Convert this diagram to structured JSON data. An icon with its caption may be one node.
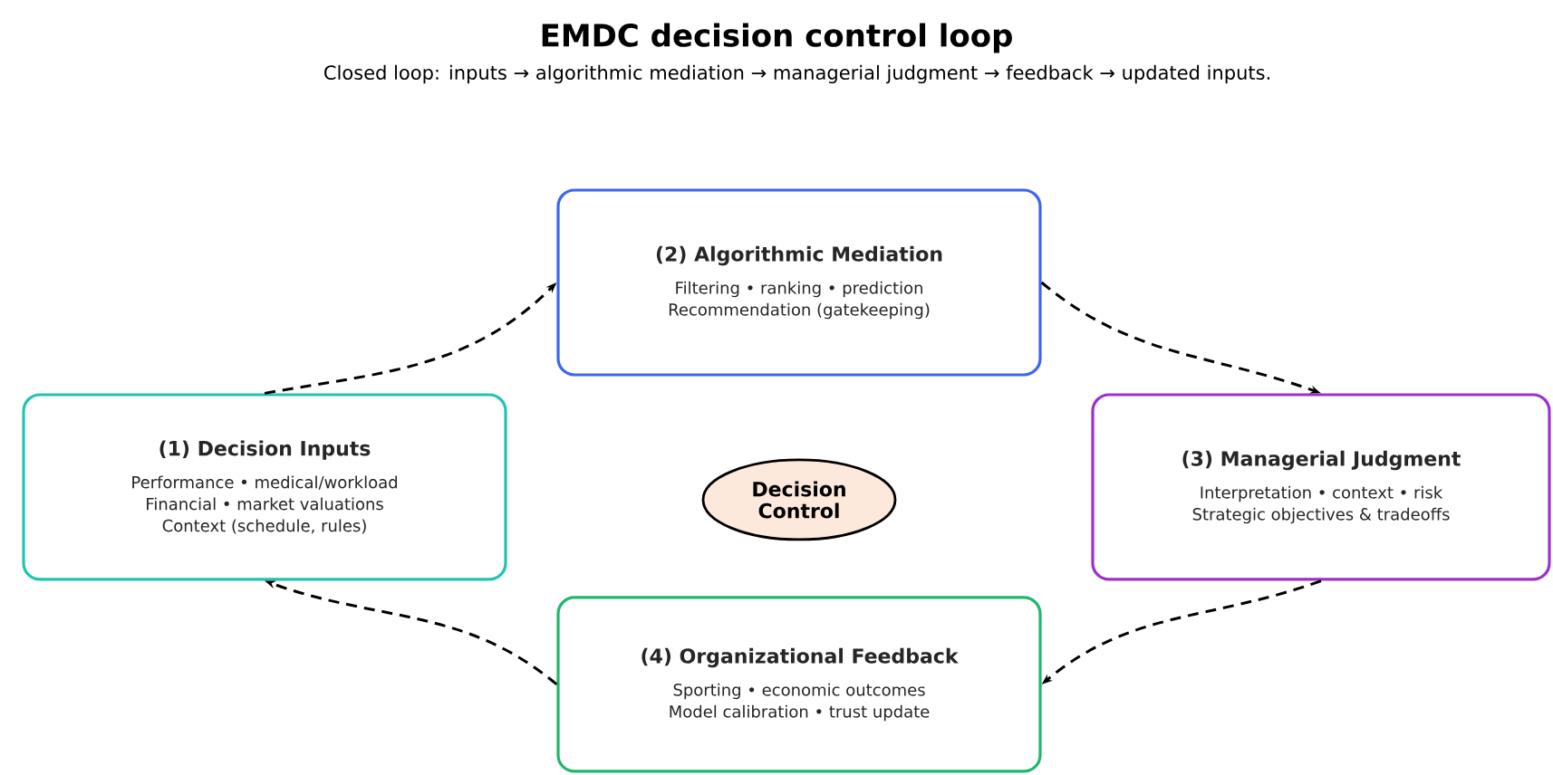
{
  "diagram": {
    "title": "EMDC decision control loop",
    "caption": "Closed loop: inputs → algorithmic mediation → managerial judgment → feedback → updated inputs.",
    "nodes": [
      {
        "text": [
          "(1) Decision Inputs",
          "Performance • medical/workload",
          "Financial • market valuations",
          "Context (schedule, rules)"
        ]
      },
      {
        "text": [
          "(2) Algorithmic Mediation",
          "Filtering • ranking • prediction",
          "Recommendation (gatekeeping)"
        ]
      },
      {
        "text": [
          "(3) Managerial Judgment",
          "Interpretation • context • risk",
          "Strategic objectives & tradeoffs"
        ]
      },
      {
        "text": [
          "(4) Organizational Feedback",
          "Sporting • economic outcomes",
          "Model calibration • trust update"
        ]
      },
      {
        "text": [
          "Decision Control"
        ]
      }
    ],
    "edges": [
      {
        "from": 0,
        "to": 1,
        "arrow": "to",
        "style": "dashed"
      },
      {
        "from": 1,
        "to": 2,
        "arrow": "to",
        "style": "dashed"
      },
      {
        "from": 2,
        "to": 3,
        "arrow": "to",
        "style": "dashed"
      },
      {
        "from": 3,
        "to": 0,
        "arrow": "to",
        "style": "dashed"
      }
    ]
  }
}
